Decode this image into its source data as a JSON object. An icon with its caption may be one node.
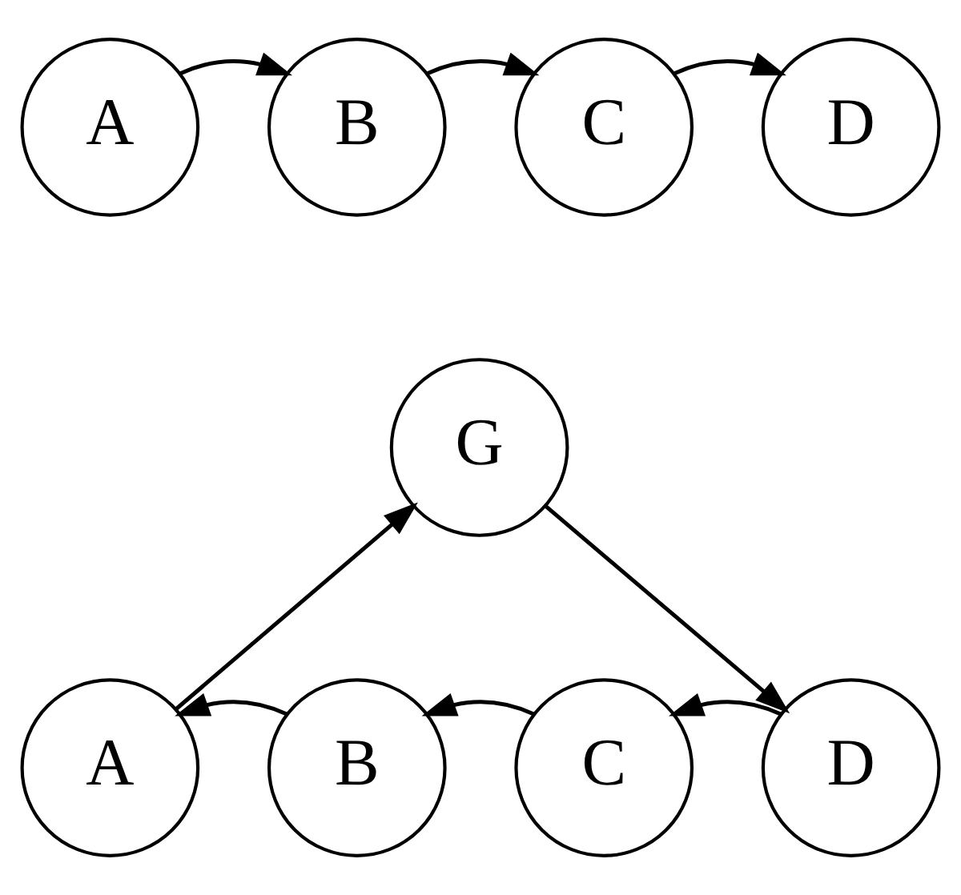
{
  "diagram": {
    "nodes": [
      {
        "text": [
          "A"
        ]
      },
      {
        "text": [
          "B"
        ]
      },
      {
        "text": [
          "C"
        ]
      },
      {
        "text": [
          "D"
        ]
      },
      {
        "text": [
          "G"
        ]
      },
      {
        "text": [
          "A"
        ]
      },
      {
        "text": [
          "B"
        ]
      },
      {
        "text": [
          "C"
        ]
      },
      {
        "text": [
          "D"
        ]
      }
    ],
    "edges": [
      {
        "from": 0,
        "to": 1,
        "arrow": "to"
      },
      {
        "from": 1,
        "to": 2,
        "arrow": "to"
      },
      {
        "from": 2,
        "to": 3,
        "arrow": "to"
      },
      {
        "from": 5,
        "to": 4,
        "arrow": "to"
      },
      {
        "from": 4,
        "to": 8,
        "arrow": "to"
      },
      {
        "from": 8,
        "to": 7,
        "arrow": "to"
      },
      {
        "from": 7,
        "to": 6,
        "arrow": "to"
      },
      {
        "from": 6,
        "to": 5,
        "arrow": "to"
      }
    ]
  }
}
